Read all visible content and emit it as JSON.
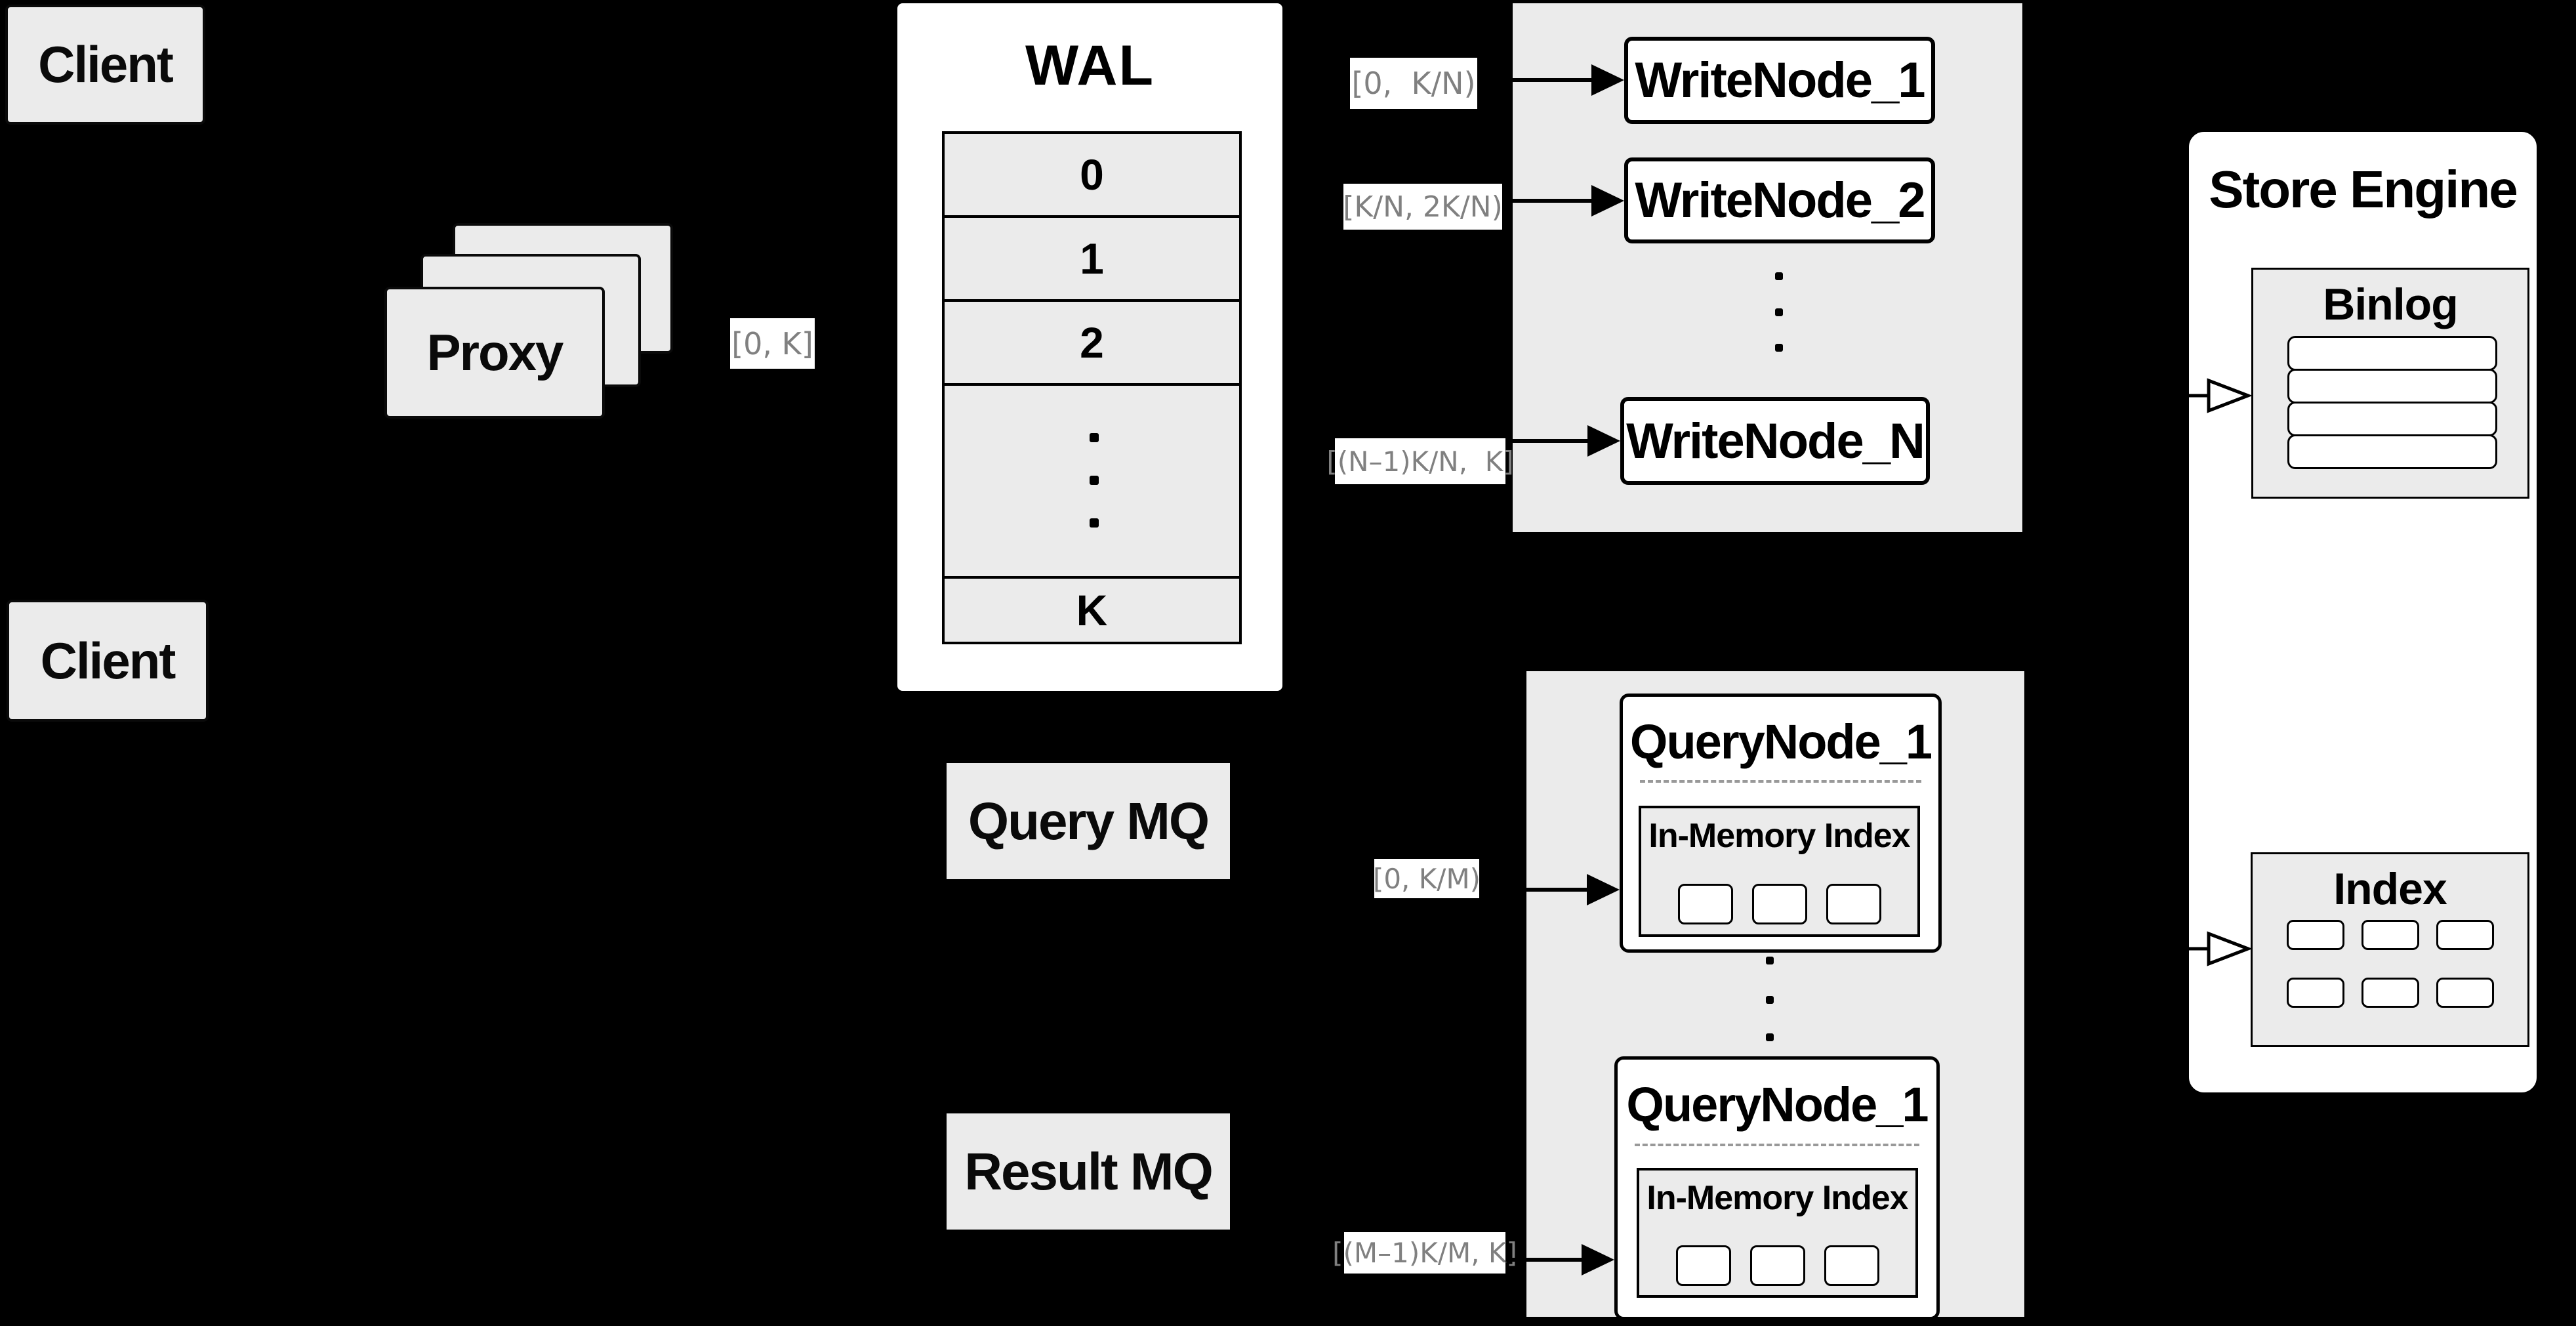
{
  "colors": {
    "background": "#000000",
    "panel_gray": "#ebebeb",
    "box_white": "#ffffff",
    "border_black": "#000000",
    "range_label_text": "#808080",
    "dashed_separator": "#999999"
  },
  "clients": {
    "top_label": "Client",
    "middle_label": "Client"
  },
  "proxy": {
    "label": "Proxy"
  },
  "wal": {
    "title": "WAL",
    "rows": [
      "0",
      "1",
      "2",
      "K"
    ]
  },
  "edge_labels": {
    "proxy_to_wal": "[0, K]",
    "write_node_1": "[0,  K/N)",
    "write_node_2": "[K/N, 2K/N)",
    "write_node_n": "[(N–1)K/N,  K]",
    "query_node_1": "[0, K/M)",
    "query_node_m": "[(M–1)K/M, K]"
  },
  "write_nodes": {
    "items": [
      {
        "label": "WriteNode_1"
      },
      {
        "label": "WriteNode_2"
      },
      {
        "label": "WriteNode_N"
      }
    ]
  },
  "mq": {
    "query": "Query MQ",
    "result": "Result MQ"
  },
  "query_nodes": {
    "top": {
      "title": "QueryNode_1",
      "index_title": "In-Memory Index"
    },
    "bottom": {
      "title": "QueryNode_1",
      "index_title": "In-Memory Index"
    }
  },
  "store_engine": {
    "title": "Store Engine",
    "binlog_title": "Binlog",
    "index_title": "Index"
  }
}
